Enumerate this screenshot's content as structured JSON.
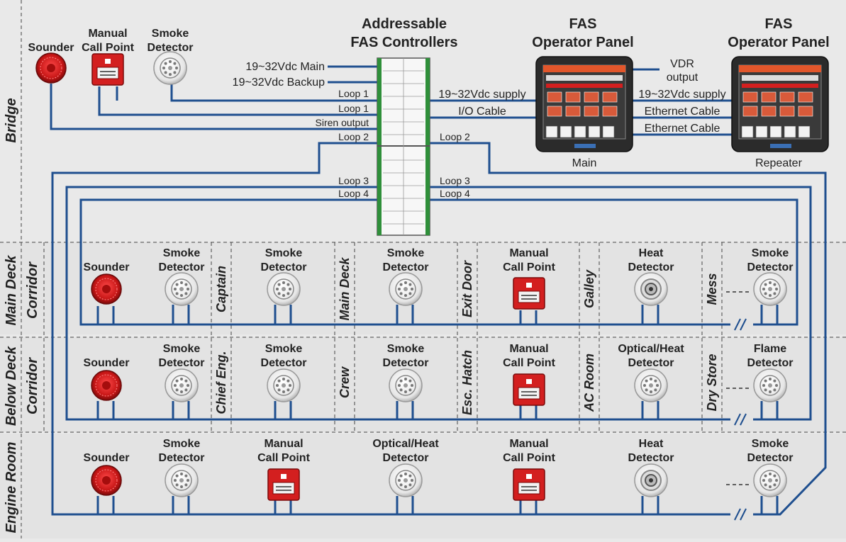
{
  "title_controllers": [
    "Addressable",
    "FAS Controllers"
  ],
  "title_main_panel": [
    "FAS",
    "Operator Panel"
  ],
  "title_repeater_panel": [
    "FAS",
    "Operator Panel"
  ],
  "panel_main_caption": "Main",
  "panel_repeater_caption": "Repeater",
  "zones": [
    "Bridge",
    "Main Deck Corridor",
    "Below Deck Corridor",
    "Engine Room"
  ],
  "zone_lines": {
    "bridge": [
      "Bridge"
    ],
    "main": [
      "Main Deck",
      "Corridor"
    ],
    "below": [
      "Below Deck",
      "Corridor"
    ],
    "engine": [
      "Engine Room"
    ]
  },
  "bridge_devices": {
    "sounder": "Sounder",
    "mcp": [
      "Manual",
      "Call Point"
    ],
    "smoke": [
      "Smoke",
      "Detector"
    ]
  },
  "wire_labels": {
    "main_power": "19~32Vdc Main",
    "backup_power": "19~32Vdc Backup",
    "loop1a": "Loop 1",
    "loop1b": "Loop 1",
    "siren": "Siren output",
    "loop2_left": "Loop 2",
    "loop2_right": "Loop 2",
    "loop3_left": "Loop 3",
    "loop3_right": "Loop 3",
    "loop4_left": "Loop 4",
    "loop4_right": "Loop 4",
    "supply_main": "19~32Vdc supply",
    "io_cable": "I/O Cable",
    "vdr": [
      "VDR",
      "output"
    ],
    "supply_repeater": "19~32Vdc supply",
    "ethernet1": "Ethernet Cable",
    "ethernet2": "Ethernet Cable"
  },
  "main_deck": {
    "rooms": [
      "Captain",
      "Main Deck",
      "Exit Door",
      "Galley",
      "Mess"
    ],
    "devices": [
      [
        "Sounder"
      ],
      [
        "Smoke",
        "Detector"
      ],
      [
        "Smoke",
        "Detector"
      ],
      [
        "Smoke",
        "Detector"
      ],
      [
        "Manual",
        "Call Point"
      ],
      [
        "Heat",
        "Detector"
      ],
      [
        "Smoke",
        "Detector"
      ]
    ]
  },
  "below_deck": {
    "rooms": [
      "Chief Eng.",
      "Crew",
      "Esc. Hatch",
      "AC Room",
      "Dry Store"
    ],
    "devices": [
      [
        "Sounder"
      ],
      [
        "Smoke",
        "Detector"
      ],
      [
        "Smoke",
        "Detector"
      ],
      [
        "Smoke",
        "Detector"
      ],
      [
        "Manual",
        "Call Point"
      ],
      [
        "Optical/Heat",
        "Detector"
      ],
      [
        "Flame",
        "Detector"
      ]
    ]
  },
  "engine_room": {
    "devices": [
      [
        "Sounder"
      ],
      [
        "Smoke",
        "Detector"
      ],
      [
        "Manual",
        "Call Point"
      ],
      [
        "Optical/Heat",
        "Detector"
      ],
      [
        "Manual",
        "Call Point"
      ],
      [
        "Heat",
        "Detector"
      ],
      [
        "Smoke",
        "Detector"
      ]
    ]
  },
  "colors": {
    "wire": "#1f4f8f",
    "alarm_red": "#d31f1f",
    "panel_bg": "#2b2b2b",
    "screen_header": "#e2562b"
  }
}
